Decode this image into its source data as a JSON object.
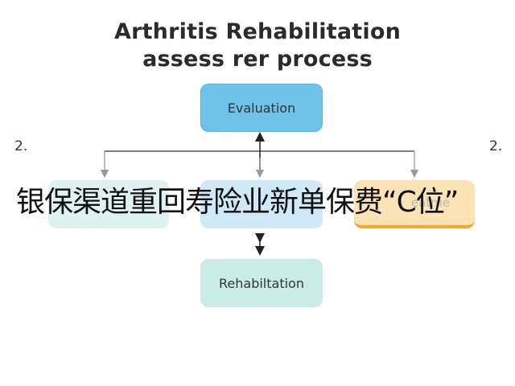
{
  "title": {
    "line1": "Arthritis Rehabilitation",
    "line2": "assess rer process"
  },
  "nodes": {
    "evaluation": "Evaluation",
    "left": "",
    "center": "",
    "right": "eatme",
    "rehabilitation": "Rehabiltation"
  },
  "side_labels": {
    "left": "2.",
    "right": "2."
  },
  "overlay_text": "银保渠道重回寿险业新单保费“C位”",
  "colors": {
    "evaluation_fill": "#6ec3ea",
    "treatment_fill": "#fbe3b5",
    "treatment_accent": "#f2a531",
    "rehab_fill": "#c9ece6"
  }
}
